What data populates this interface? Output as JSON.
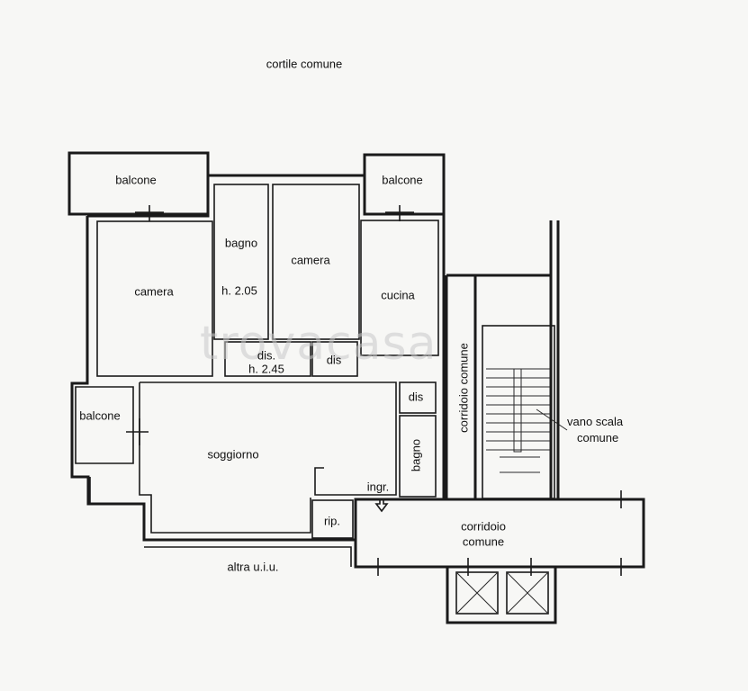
{
  "labels": {
    "cortile": "cortile comune",
    "balcone_tl": "balcone",
    "balcone_tr": "balcone",
    "balcone_left": "balcone",
    "bagno_top": "bagno",
    "bagno_height": "h. 2.05",
    "camera_left": "camera",
    "camera_mid": "camera",
    "cucina": "cucina",
    "dis_mid": "dis.",
    "dis_height": "h. 2.45",
    "dis_small": "dis",
    "dis_right": "dis",
    "bagno_right": "bagno",
    "soggiorno": "soggiorno",
    "ingr": "ingr.",
    "rip": "rip.",
    "corridoio_vertical": "corridoio comune",
    "vano_scala_line1": "vano scala",
    "vano_scala_line2": "comune",
    "corridoio_bottom_line1": "corridoio",
    "corridoio_bottom_line2": "comune",
    "altra_uiu": "altra u.i.u.",
    "watermark": "trovacasa"
  }
}
